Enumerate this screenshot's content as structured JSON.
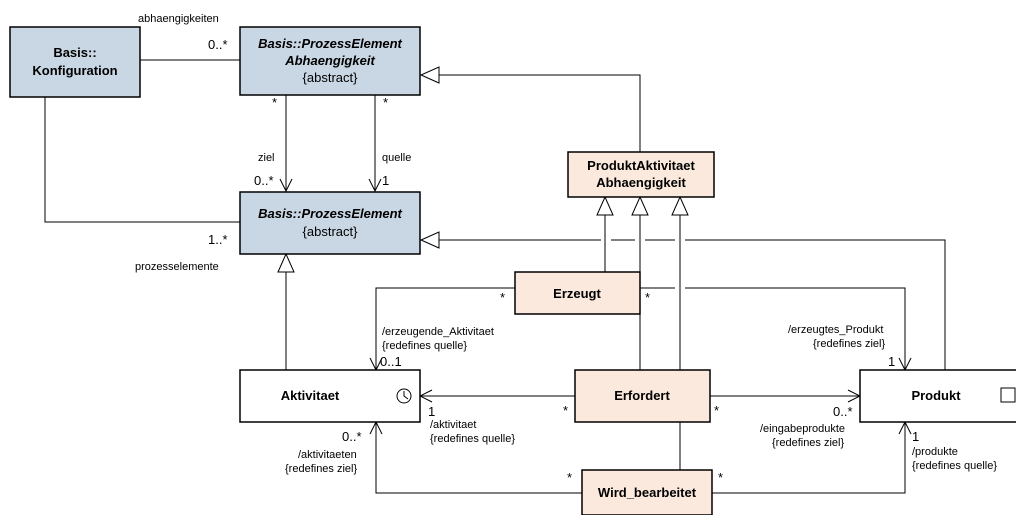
{
  "colors": {
    "base_class": "#c9d6e3",
    "profile_class": "#fbe9dd",
    "plain_class": "#ffffff",
    "line": "#000000"
  },
  "classes": {
    "konfiguration": {
      "line1": "Basis::",
      "line2": "Konfiguration"
    },
    "prozesselement_abh": {
      "line1": "Basis::ProzessElement",
      "line2": "Abhaengigkeit",
      "stereo": "{abstract}"
    },
    "prozesselement": {
      "line1": "Basis::ProzessElement",
      "stereo": "{abstract}"
    },
    "produktaktivitaet_abh": {
      "line1": "ProduktAktivitaet",
      "line2": "Abhaengigkeit"
    },
    "erzeugt": {
      "name": "Erzeugt"
    },
    "aktivitaet": {
      "name": "Aktivitaet",
      "icon": "clock-icon"
    },
    "erfordert": {
      "name": "Erfordert"
    },
    "produkt": {
      "name": "Produkt",
      "icon": "artifact-box-icon"
    },
    "wird_bearbeitet": {
      "name": "Wird_bearbeitet"
    }
  },
  "labels": {
    "abhaengigkeiten": "abhaengigkeiten",
    "abh_mult": "0..*",
    "ziel": "ziel",
    "quelle": "quelle",
    "star": "*",
    "ziel_mult": "0..*",
    "quelle_mult": "1",
    "pe_mult": "1..*",
    "prozesselemente": "prozesselemente",
    "erzeugende_role": "/erzeugende_Aktivitaet",
    "redefines_quelle": "{redefines quelle}",
    "erzeugende_mult": "0..1",
    "erzeugtes_role": "/erzeugtes_Produkt",
    "redefines_ziel": "{redefines ziel}",
    "erzeugtes_mult": "1",
    "aktivitaet_role": "/aktivitaet",
    "aktivitaet_mult": "1",
    "eingabe_role": "/eingabeprodukte",
    "eingabe_mult": "0..*",
    "aktivitaeten_role": "/aktivitaeten",
    "aktivitaeten_mult": "0..*",
    "produkte_role": "/produkte",
    "produkte_mult": "1"
  }
}
